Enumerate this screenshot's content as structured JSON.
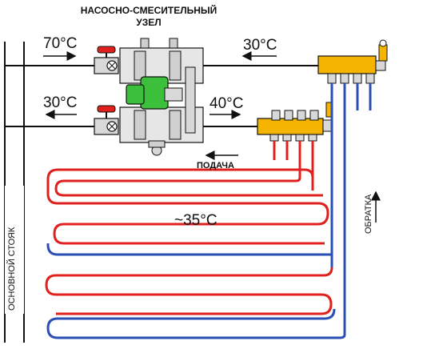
{
  "title": {
    "line1": "НАСОСНО-СМЕСИТЕЛЬНЫЙ",
    "line2": "УЗЕЛ"
  },
  "labels": {
    "supply_in_temp": "70°C",
    "return_out_temp": "30°C",
    "return_in_temp": "30°C",
    "supply_out_temp": "40°C",
    "floor_temp": "~35°C",
    "supply": "ПОДАЧА",
    "return": "ОБРАТКА",
    "riser": "ОСНОВНОЙ СТОЯК"
  },
  "colors": {
    "supply_pipe": "#e0201c",
    "return_pipe": "#2a4fb4",
    "manifold": "#f5b400",
    "pump": "#3cc03c",
    "valve_handle": "#e0201c",
    "line": "#111111"
  },
  "icons": {
    "flow_arrow": "arrow-icon",
    "pump": "pump-icon",
    "valve": "ball-valve-icon",
    "manifold": "manifold-icon"
  }
}
